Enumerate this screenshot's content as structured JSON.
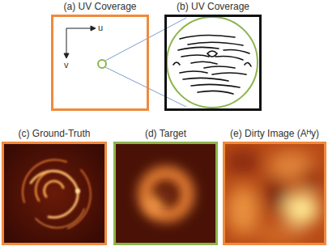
{
  "diagram": {
    "nodes": [
      {
        "text": [
          "(a) UV Coverage"
        ]
      },
      {
        "text": [
          "(b) UV Coverage"
        ]
      },
      {
        "text": [
          "(c) Ground-Truth"
        ]
      },
      {
        "text": [
          "(d) Target"
        ]
      },
      {
        "text": [
          "(e) Dirty Image (Aᴴy)"
        ]
      }
    ],
    "labels": [
      "u",
      "v"
    ]
  }
}
